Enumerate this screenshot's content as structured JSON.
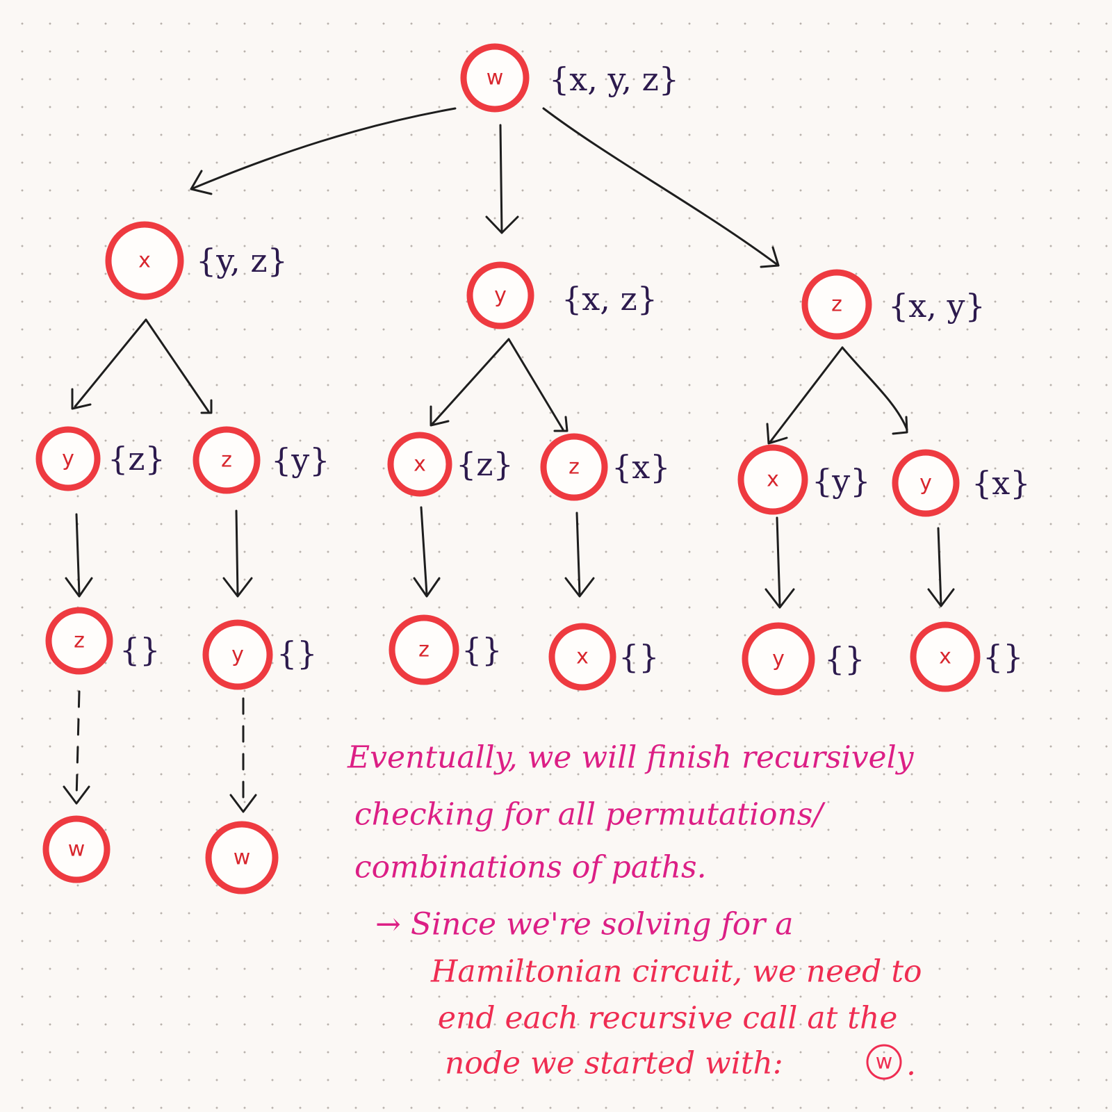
{
  "tree": {
    "root": {
      "letter": "w",
      "set": "{x, y, z}"
    },
    "level1": [
      {
        "letter": "x",
        "set": "{y, z}"
      },
      {
        "letter": "y",
        "set": "{x, z}"
      },
      {
        "letter": "z",
        "set": "{x, y}"
      }
    ],
    "level2": [
      {
        "letter": "y",
        "set": "{z}"
      },
      {
        "letter": "z",
        "set": "{y}"
      },
      {
        "letter": "x",
        "set": "{z}"
      },
      {
        "letter": "z",
        "set": "{x}"
      },
      {
        "letter": "x",
        "set": "{y}"
      },
      {
        "letter": "y",
        "set": "{x}"
      }
    ],
    "level3": [
      {
        "letter": "z",
        "set": "{}"
      },
      {
        "letter": "y",
        "set": "{}"
      },
      {
        "letter": "z",
        "set": "{}"
      },
      {
        "letter": "x",
        "set": "{}"
      },
      {
        "letter": "y",
        "set": "{}"
      },
      {
        "letter": "x",
        "set": "{}"
      }
    ],
    "level4": [
      {
        "letter": "w"
      },
      {
        "letter": "w"
      }
    ]
  },
  "note": {
    "lines": [
      "Eventually, we will finish recursively",
      "checking for all permutations/",
      "combinations of paths.",
      "→ Since we're solving for a",
      "Hamiltonian circuit, we need to",
      "end each recursive call at the",
      "node we started with:"
    ],
    "final_node": "w",
    "final_period": "."
  }
}
